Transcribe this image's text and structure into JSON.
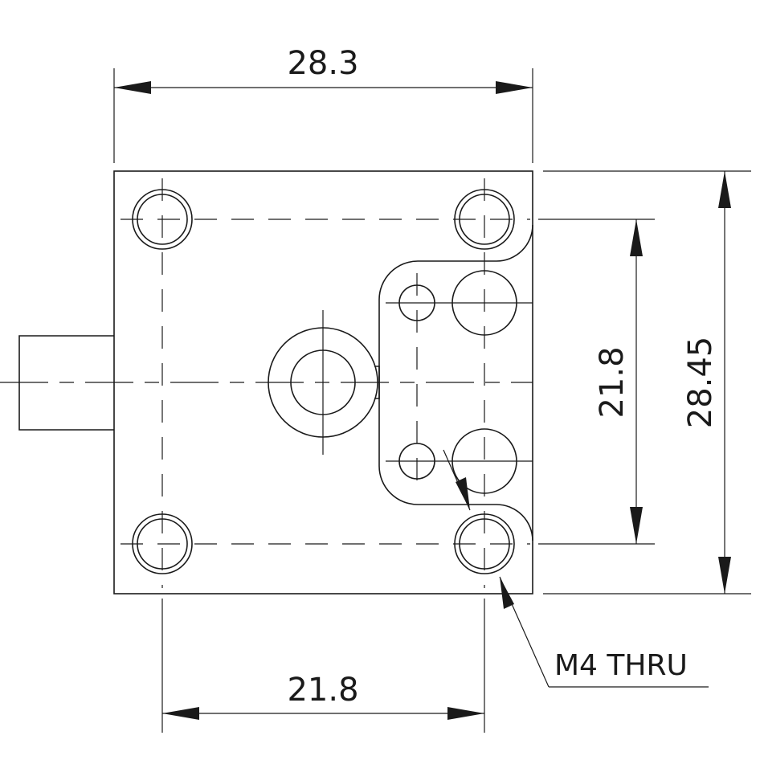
{
  "dimensions": {
    "top_width": "28.3",
    "bottom_hole_spacing": "21.8",
    "right_hole_spacing": "21.8",
    "overall_height": "28.45"
  },
  "callout": {
    "label": "M4 THRU"
  }
}
